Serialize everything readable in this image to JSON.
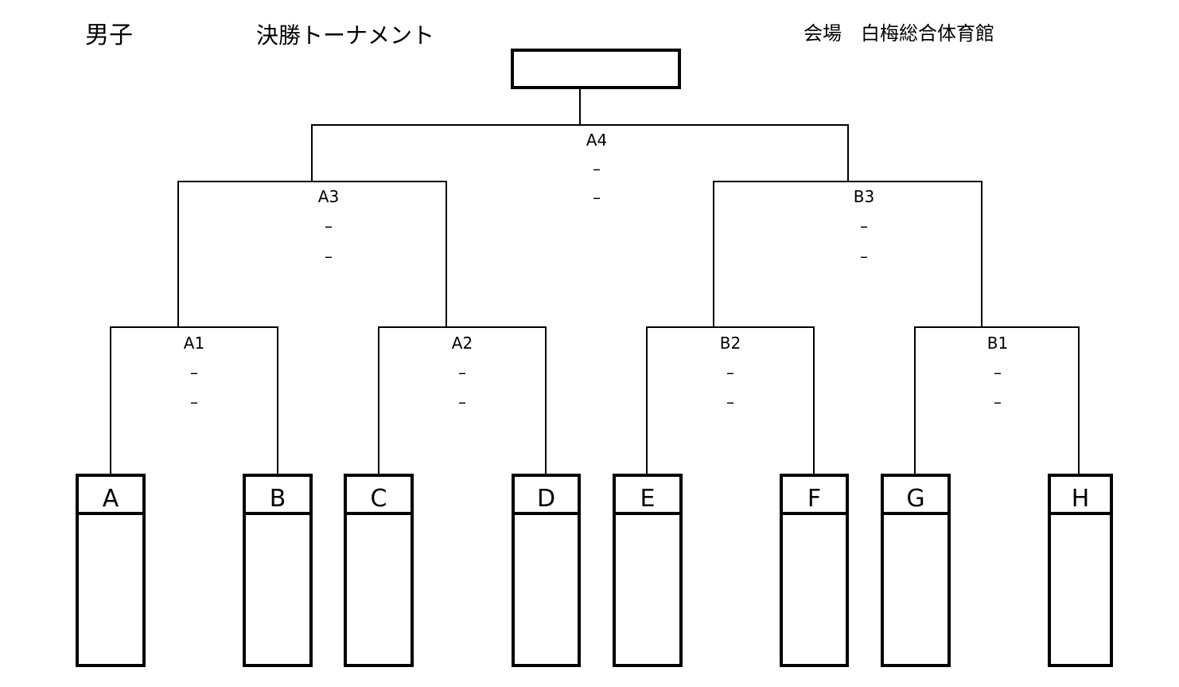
{
  "header": {
    "category": "男子",
    "title": "決勝トーナメント",
    "venue": "会場　白梅総合体育館"
  },
  "champion": "",
  "matches": {
    "A1": {
      "label": "A1",
      "score1": "–",
      "score2": "–"
    },
    "A2": {
      "label": "A2",
      "score1": "–",
      "score2": "–"
    },
    "B2": {
      "label": "B2",
      "score1": "–",
      "score2": "–"
    },
    "B1": {
      "label": "B1",
      "score1": "–",
      "score2": "–"
    },
    "A3": {
      "label": "A3",
      "score1": "–",
      "score2": "–"
    },
    "B3": {
      "label": "B3",
      "score1": "–",
      "score2": "–"
    },
    "A4": {
      "label": "A4",
      "score1": "–",
      "score2": "–"
    }
  },
  "teams": [
    {
      "slot": "A",
      "name": ""
    },
    {
      "slot": "B",
      "name": ""
    },
    {
      "slot": "C",
      "name": ""
    },
    {
      "slot": "D",
      "name": ""
    },
    {
      "slot": "E",
      "name": ""
    },
    {
      "slot": "F",
      "name": ""
    },
    {
      "slot": "G",
      "name": ""
    },
    {
      "slot": "H",
      "name": ""
    }
  ]
}
